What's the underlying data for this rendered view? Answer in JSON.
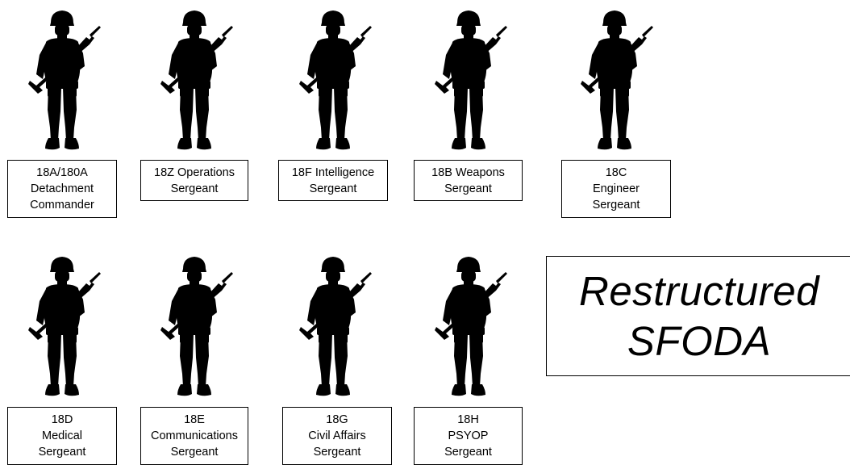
{
  "positions": [
    {
      "id": "commander",
      "lines": [
        "18A/180A",
        "Detachment",
        "Commander"
      ]
    },
    {
      "id": "operations",
      "lines": [
        "18Z Operations",
        "Sergeant"
      ]
    },
    {
      "id": "intelligence",
      "lines": [
        "18F Intelligence",
        "Sergeant"
      ]
    },
    {
      "id": "weapons",
      "lines": [
        "18B Weapons",
        "Sergeant"
      ]
    },
    {
      "id": "engineer",
      "lines": [
        "18C",
        "Engineer",
        "Sergeant"
      ]
    },
    {
      "id": "medical",
      "lines": [
        "18D",
        "Medical",
        "Sergeant"
      ]
    },
    {
      "id": "communications",
      "lines": [
        "18E",
        "Communications",
        "Sergeant"
      ]
    },
    {
      "id": "civil-affairs",
      "lines": [
        "18G",
        "Civil Affairs",
        "Sergeant"
      ]
    },
    {
      "id": "psyop",
      "lines": [
        "18H",
        "PSYOP",
        "Sergeant"
      ]
    }
  ],
  "title": {
    "line1": "Restructured",
    "line2": "SFODA"
  },
  "icon": "soldier-silhouette-icon"
}
